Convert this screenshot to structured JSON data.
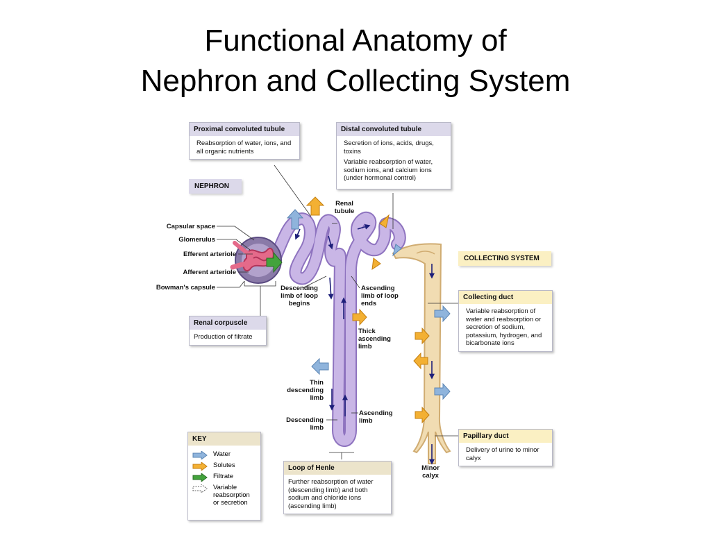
{
  "title": {
    "line1": "Functional Anatomy of",
    "line2": "Nephron and Collecting System"
  },
  "boxes": {
    "pct": {
      "header": "Proximal convoluted tubule",
      "body": "Reabsorption of water, ions, and all organic nutrients"
    },
    "dct": {
      "header": "Distal convoluted tubule",
      "body1": "Secretion of ions, acids, drugs, toxins",
      "body2": "Variable reabsorption of water, sodium ions, and calcium ions (under hormonal control)"
    },
    "corpuscle": {
      "header": "Renal corpuscle",
      "body": "Production of filtrate"
    },
    "collecting_duct": {
      "header": "Collecting duct",
      "body": "Variable reabsorption of water and reabsorption or secretion of sodium, potassium, hydrogen, and bicarbonate ions"
    },
    "papillary_duct": {
      "header": "Papillary duct",
      "body": "Delivery of urine to minor calyx"
    },
    "loop": {
      "header": "Loop of Henle",
      "body": "Further reabsorption of water (descending limb) and both sodium and chloride ions (ascending limb)"
    }
  },
  "tags": {
    "nephron": "NEPHRON",
    "collecting_system": "COLLECTING SYSTEM"
  },
  "labels": {
    "capsular_space": "Capsular space",
    "glomerulus": "Glomerulus",
    "efferent": "Efferent arteriole",
    "afferent": "Afferent arteriole",
    "bowmans": "Bowman's capsule",
    "renal_tubule": "Renal tubule",
    "desc_begins": "Descending limb of loop begins",
    "asc_ends": "Ascending limb of loop ends",
    "thick_asc": "Thick ascending limb",
    "thin_desc": "Thin descending limb",
    "desc_limb": "Descending limb",
    "asc_limb": "Ascending limb",
    "minor_calyx": "Minor calyx"
  },
  "key": {
    "title": "KEY",
    "water": "Water",
    "solutes": "Solutes",
    "filtrate": "Filtrate",
    "variable": "Variable reabsorption or secretion"
  },
  "colors": {
    "tubule": "#c9b6e6",
    "tubule_edge": "#8e73bf",
    "duct": "#f1dcb2",
    "duct_edge": "#d0ac72",
    "water_arrow": "#8fb4dc",
    "solute_arrow": "#f3b033",
    "filtrate_arrow": "#43a33c",
    "flow": "#1d1f7a"
  }
}
